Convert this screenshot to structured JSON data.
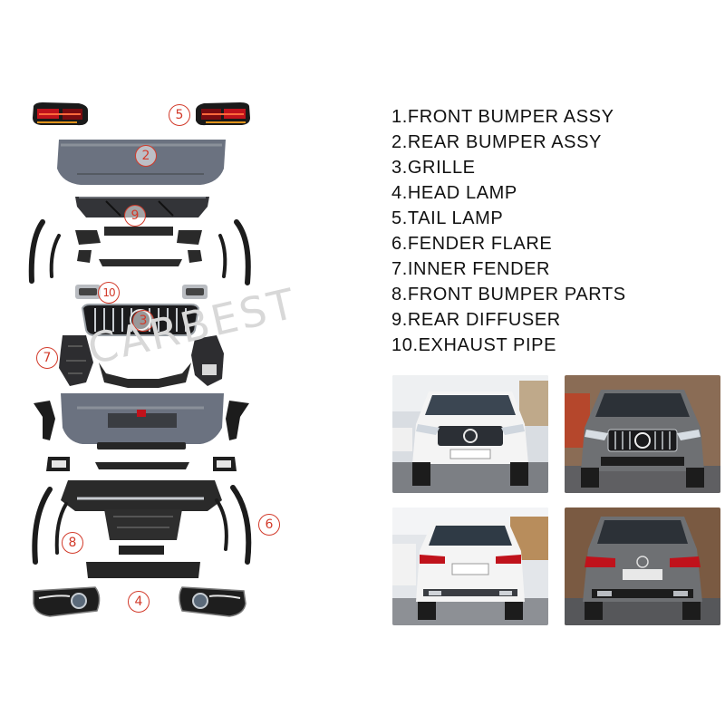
{
  "parts_list": [
    "1.FRONT BUMPER ASSY",
    "2.REAR BUMPER ASSY",
    "3.GRILLE",
    "4.HEAD LAMP",
    "5.TAIL LAMP",
    "6.FENDER FLARE",
    "7.INNER FENDER",
    "8.FRONT BUMPER PARTS",
    "9.REAR DIFFUSER",
    "10.EXHAUST PIPE"
  ],
  "watermark": "CARBEST",
  "callouts": [
    "5",
    "2",
    "9",
    "10",
    "3",
    "7",
    "6",
    "8",
    "4"
  ],
  "colors": {
    "callout_red": "#d23a2a",
    "part_gray": "#6b7280",
    "part_black": "#1c1c1c",
    "car_white": "#f4f4f4",
    "car_gray": "#6e7073",
    "lamp_red": "#c0121b"
  }
}
